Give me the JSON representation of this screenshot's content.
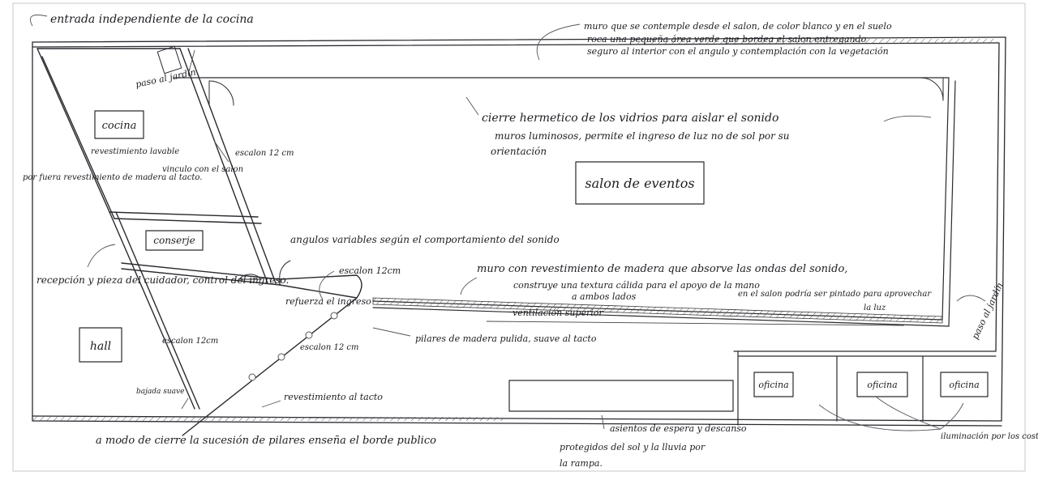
{
  "labels": {
    "entrada": "entrada independiente de la cocina",
    "muro_blanco_1": "muro que se contemple desde el salon, de color blanco y en el suelo",
    "muro_blanco_2": "roca una pequeña área verde que bordea el salon entregando",
    "muro_blanco_3": "seguro al interior con el angulo y contemplación con la vegetación",
    "paso_jardin_1": "paso al jardín",
    "cocina": "cocina",
    "revestimiento_lavable": "revestimiento lavable",
    "vinculo_salon": "vinculo con el salon",
    "escalon_12_a": "escalon 12 cm",
    "cierre_1": "cierre hermetico de los vidrios para aislar el sonido",
    "cierre_2": "muros luminosos, permite el ingreso de luz no de sol por su",
    "cierre_3": "orientación",
    "salon": "salon de eventos",
    "por_fuera": "por fuera revestimiento de madera al tacto.",
    "conserje": "conserje",
    "angulos": "angulos variables según el comportamiento del sonido",
    "recepcion": "recepción y pieza del cuidador, control del ingreso.",
    "escalon_12_b": "escalon 12cm",
    "muro_madera_1": "muro con revestimiento de madera que absorve las ondas del sonido,",
    "muro_madera_2": "construye una textura cálida para el apoyo de la mano",
    "muro_madera_3": "a ambos lados",
    "muro_madera_4": "en el salon podría ser pintado para aprovechar",
    "muro_madera_5": "la luz",
    "refuerza": "refuerza el ingreso",
    "ventilacion": "ventilación superior",
    "paso_jardin_2": "paso al jardín",
    "hall": "hall",
    "escalon_12_c": "escalon 12cm",
    "escalon_12_d": "escalon 12 cm",
    "pilares": "pilares de madera pulida, suave al tacto",
    "oficina_1": "oficina",
    "oficina_2": "oficina",
    "oficina_3": "oficina",
    "bajada": "bajada suave",
    "revest_tacto": "revestimiento al tacto",
    "asientos_1": "asientos de espera y descanso",
    "asientos_2": "protegidos del sol y la lluvia por",
    "asientos_3": "la rampa.",
    "iluminacion": "iluminación por los costados",
    "modo_cierre": "a modo de cierre la sucesión de pilares enseña el borde publico"
  }
}
